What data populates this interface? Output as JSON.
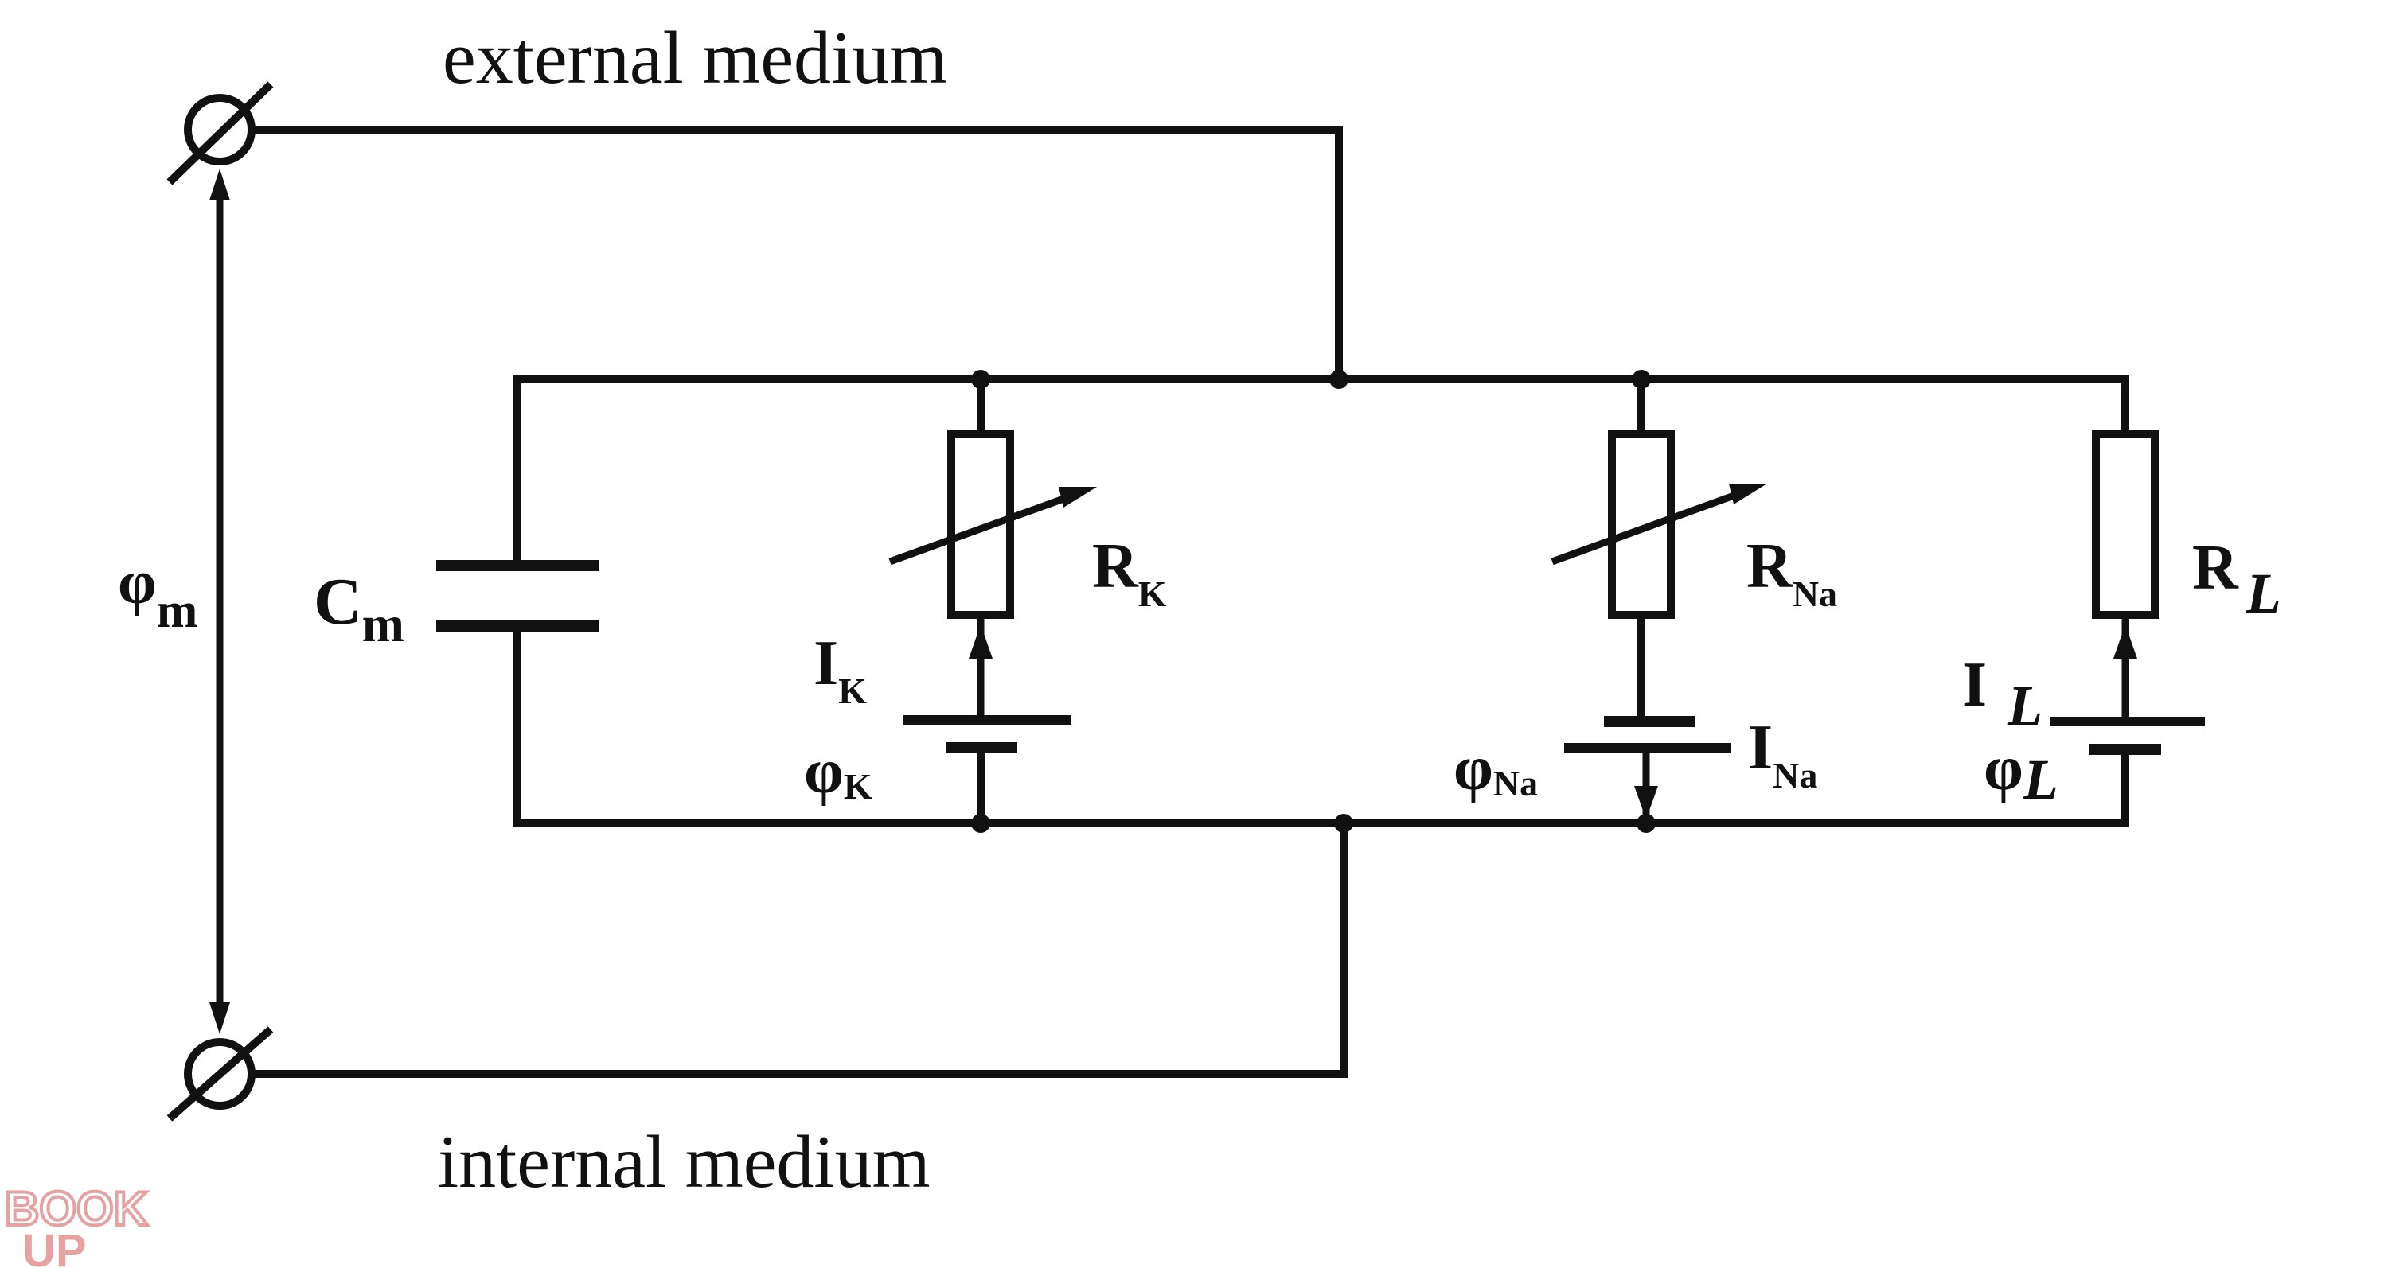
{
  "labels": {
    "external_medium": "external medium",
    "internal_medium": "internal medium",
    "phi_m": {
      "main": "φ",
      "sub": "m"
    },
    "c_m": {
      "main": "C",
      "sub": "m"
    },
    "r_k": {
      "main": "R",
      "sub": "K"
    },
    "i_k": {
      "main": "I",
      "sub": "K"
    },
    "phi_k": {
      "main": "φ",
      "sub": "K"
    },
    "r_na": {
      "main": "R",
      "sub": "Na"
    },
    "phi_na": {
      "main": "φ",
      "sub": "Na"
    },
    "i_na": {
      "main": "I",
      "sub": "Na"
    },
    "r_l": {
      "main": "R",
      "sub": "L"
    },
    "i_l": {
      "main": "I",
      "sub": "L"
    },
    "phi_l": {
      "main": "φ",
      "sub": "L"
    }
  },
  "watermark": {
    "line1": "BOOK",
    "line2": "UP",
    "color": "#e08a8a"
  },
  "colors": {
    "ink": "#111111",
    "background": "#ffffff"
  }
}
